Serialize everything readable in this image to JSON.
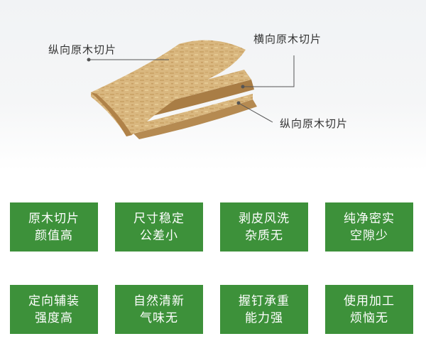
{
  "callouts": {
    "top_left": "纵向原木切片",
    "top_right": "横向原木切片",
    "bottom_right": "纵向原木切片"
  },
  "features": [
    {
      "line1": "原木切片",
      "line2": "颜值高"
    },
    {
      "line1": "尺寸稳定",
      "line2": "公差小"
    },
    {
      "line1": "剥皮风洗",
      "line2": "杂质无"
    },
    {
      "line1": "纯净密实",
      "line2": "空隙少"
    },
    {
      "line1": "定向辅装",
      "line2": "强度高"
    },
    {
      "line1": "自然清新",
      "line2": "气味无"
    },
    {
      "line1": "握钉承重",
      "line2": "能力强"
    },
    {
      "line1": "使用加工",
      "line2": "烦恼无"
    }
  ],
  "colors": {
    "card_green": "#3d913a",
    "board_tan": "#d8b57c",
    "hero_bg": "#f1f3f5"
  },
  "image": {
    "subject": "osb-board-layers"
  }
}
